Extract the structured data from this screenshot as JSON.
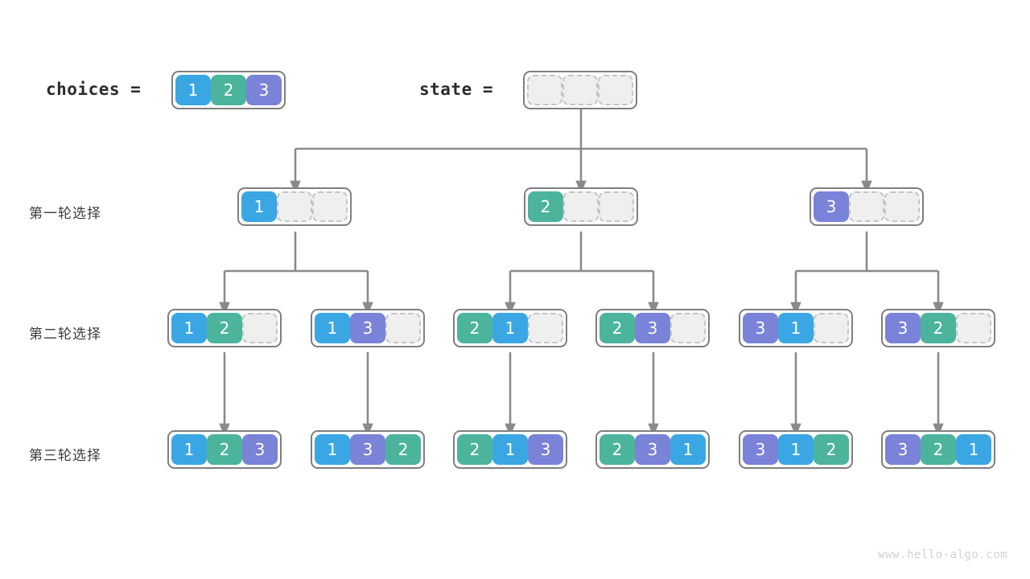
{
  "header": {
    "choices_label": "choices =",
    "choices_values": [
      "1",
      "2",
      "3"
    ],
    "state_label": "state =",
    "state_values": [
      "",
      "",
      ""
    ]
  },
  "rows": [
    {
      "label": "第一轮选择",
      "nodes": [
        {
          "cells": [
            "1",
            "",
            ""
          ]
        },
        {
          "cells": [
            "2",
            "",
            ""
          ]
        },
        {
          "cells": [
            "3",
            "",
            ""
          ]
        }
      ]
    },
    {
      "label": "第二轮选择",
      "nodes": [
        {
          "cells": [
            "1",
            "2",
            ""
          ]
        },
        {
          "cells": [
            "1",
            "3",
            ""
          ]
        },
        {
          "cells": [
            "2",
            "1",
            ""
          ]
        },
        {
          "cells": [
            "2",
            "3",
            ""
          ]
        },
        {
          "cells": [
            "3",
            "1",
            ""
          ]
        },
        {
          "cells": [
            "3",
            "2",
            ""
          ]
        }
      ]
    },
    {
      "label": "第三轮选择",
      "nodes": [
        {
          "cells": [
            "1",
            "2",
            "3"
          ]
        },
        {
          "cells": [
            "1",
            "3",
            "2"
          ]
        },
        {
          "cells": [
            "2",
            "1",
            "3"
          ]
        },
        {
          "cells": [
            "2",
            "3",
            "1"
          ]
        },
        {
          "cells": [
            "3",
            "1",
            "2"
          ]
        },
        {
          "cells": [
            "3",
            "2",
            "1"
          ]
        }
      ]
    }
  ],
  "colors": {
    "value_1": "#3aa7e4",
    "value_2": "#4cb49c",
    "value_3": "#7a83d8",
    "empty_cell": "#efefef",
    "empty_border": "#c4c4c4",
    "node_border": "#7f7f7f",
    "connector": "#8a8a8a",
    "text": "#3d3d3d",
    "watermark": "#d2d2d2"
  },
  "watermark": "www.hello-algo.com"
}
